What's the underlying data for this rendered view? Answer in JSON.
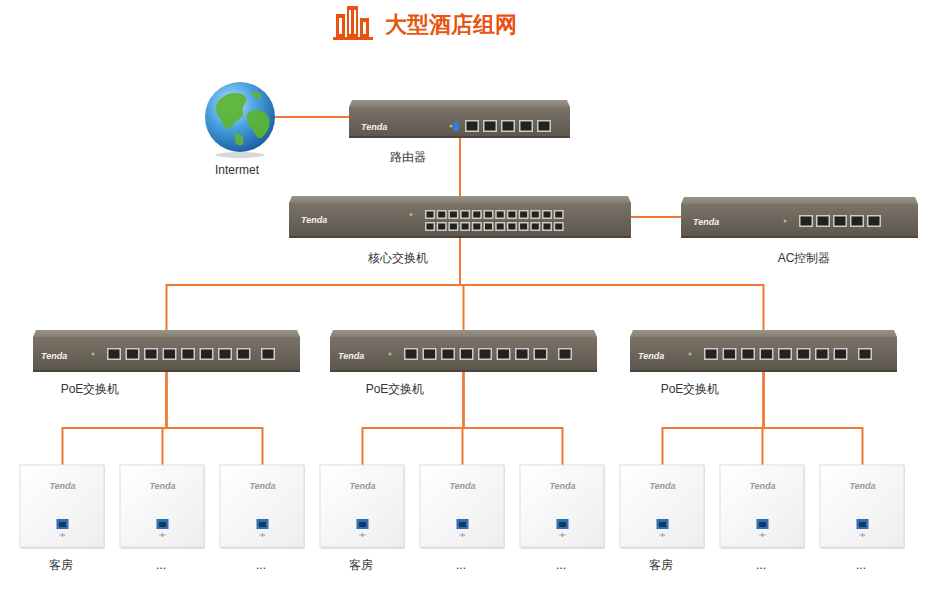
{
  "diagram": {
    "title": "大型酒店组网",
    "nodes": [
      {
        "text": [
          "Intermet"
        ]
      },
      {
        "text": [
          "Tenda",
          "路由器"
        ]
      },
      {
        "text": [
          "Tenda",
          "核心交换机"
        ]
      },
      {
        "text": [
          "Tenda",
          "AC控制器"
        ]
      },
      {
        "text": [
          "Tenda",
          "PoE交换机"
        ]
      },
      {
        "text": [
          "Tenda",
          "PoE交换机"
        ]
      },
      {
        "text": [
          "Tenda",
          "PoE交换机"
        ]
      },
      {
        "text": [
          "Tenda",
          "客房"
        ]
      },
      {
        "text": [
          "Tenda",
          "..."
        ]
      },
      {
        "text": [
          "Tenda",
          "..."
        ]
      },
      {
        "text": [
          "Tenda",
          "客房"
        ]
      },
      {
        "text": [
          "Tenda",
          "..."
        ]
      },
      {
        "text": [
          "Tenda",
          "..."
        ]
      },
      {
        "text": [
          "Tenda",
          "客房"
        ]
      },
      {
        "text": [
          "Tenda",
          "..."
        ]
      },
      {
        "text": [
          "Tenda",
          "..."
        ]
      }
    ],
    "edges": [
      {
        "from": 0,
        "to": 1,
        "arrow": "none"
      },
      {
        "from": 1,
        "to": 2,
        "arrow": "none"
      },
      {
        "from": 2,
        "to": 3,
        "arrow": "none"
      },
      {
        "from": 2,
        "to": 4,
        "arrow": "none"
      },
      {
        "from": 2,
        "to": 5,
        "arrow": "none"
      },
      {
        "from": 2,
        "to": 6,
        "arrow": "none"
      },
      {
        "from": 4,
        "to": 7,
        "arrow": "none"
      },
      {
        "from": 4,
        "to": 8,
        "arrow": "none"
      },
      {
        "from": 4,
        "to": 9,
        "arrow": "none"
      },
      {
        "from": 5,
        "to": 10,
        "arrow": "none"
      },
      {
        "from": 5,
        "to": 11,
        "arrow": "none"
      },
      {
        "from": 5,
        "to": 12,
        "arrow": "none"
      },
      {
        "from": 6,
        "to": 13,
        "arrow": "none"
      },
      {
        "from": 6,
        "to": 14,
        "arrow": "none"
      },
      {
        "from": 6,
        "to": 15,
        "arrow": "none"
      }
    ]
  }
}
